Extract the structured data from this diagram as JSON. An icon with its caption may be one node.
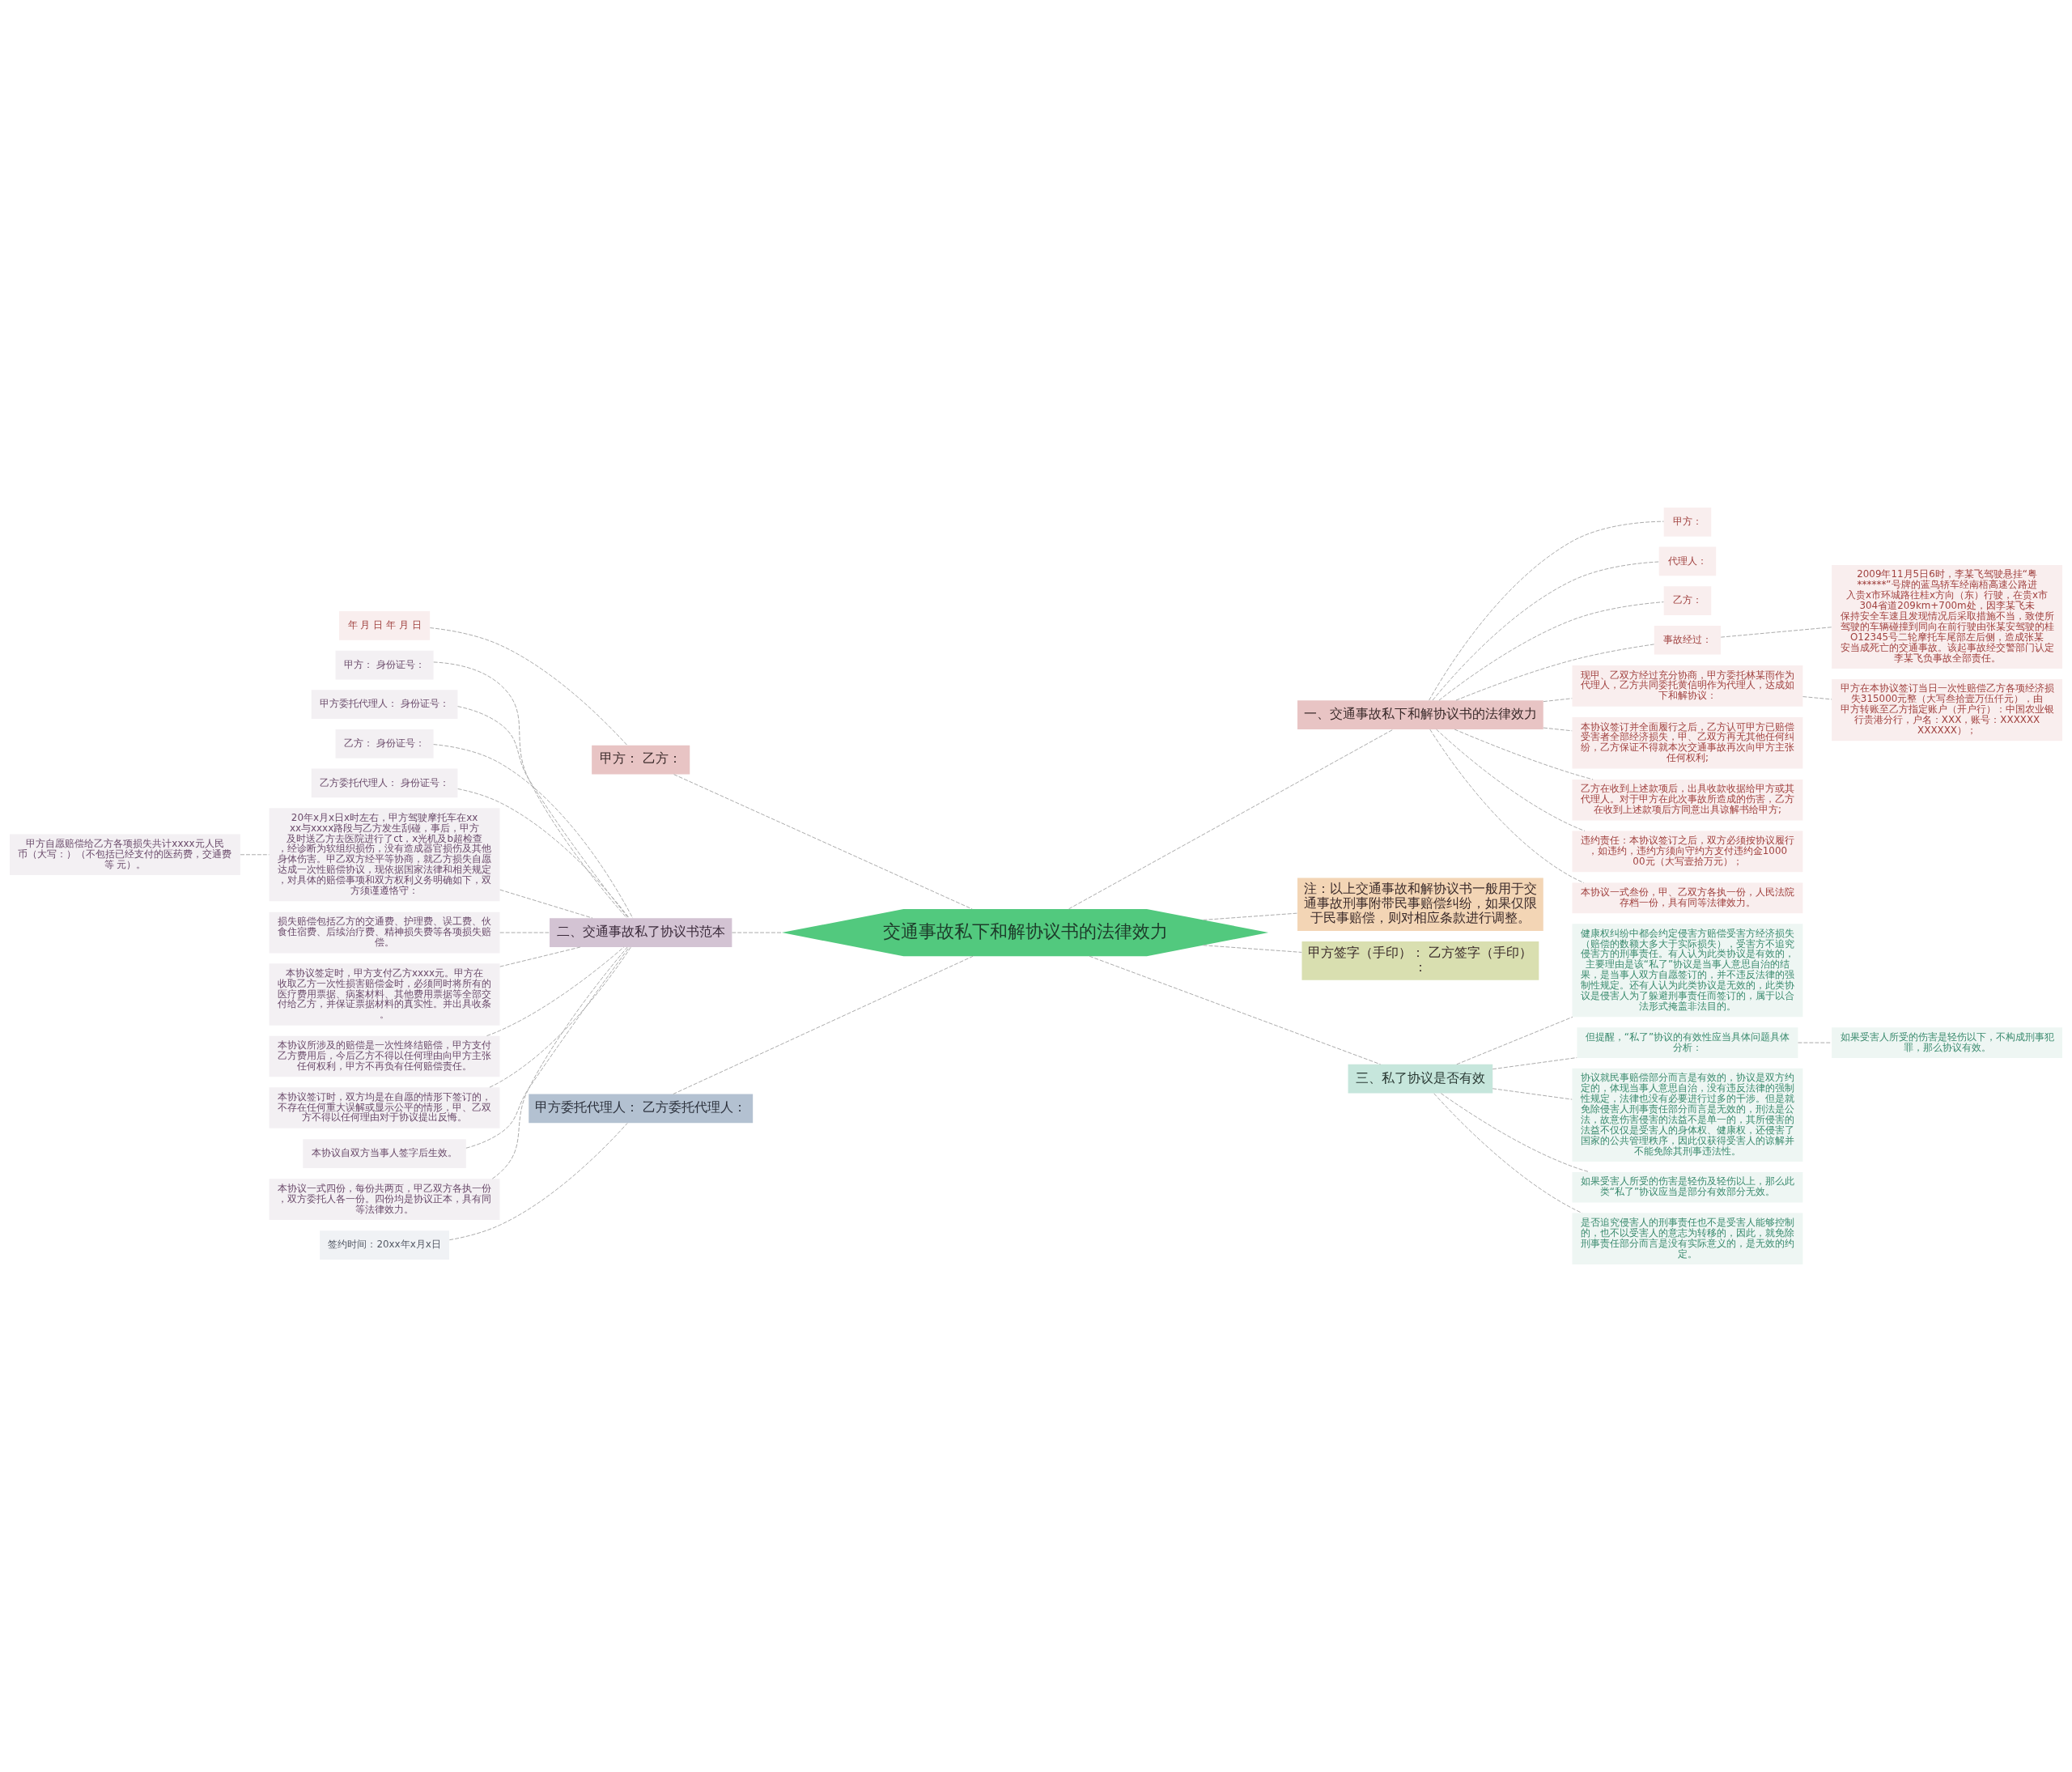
{
  "diagram": {
    "nodes": [
      {
        "text": [
          "交通事故私下和解协议书的法律效力"
        ]
      },
      {
        "text": [
          "一、交通事故私下和解协议书的法律效力"
        ]
      },
      {
        "text": [
          "甲方："
        ]
      },
      {
        "text": [
          "代理人："
        ]
      },
      {
        "text": [
          "乙方："
        ]
      },
      {
        "text": [
          "事故经过："
        ]
      },
      {
        "text": [
          "2009年11月5日6时，李某飞驾驶悬挂“粤******”号牌的蓝鸟轿车经南梧高速公路进入贵x市环城路往桂x方向（东）行驶，在贵x市304省道209km+700m处，因李某飞未保持安全车速且发现情况后采取措施不当，致使所驾驶的车辆碰撞到同向在前行驶由张某安驾驶的桂O12345号二轮摩托车尾部左后侧，造成张某安当成死亡的交通事故。该起事故经交警部门认定李某飞负事故全部责任。"
        ]
      },
      {
        "text": [
          "现甲、乙双方经过充分协商，甲方委托林某雨作为代理人，乙方共同委托黄信明作为代理人，达成如下和解协议："
        ]
      },
      {
        "text": [
          "甲方在本协议签订当日一次性赔偿乙方各项经济损失315000元整（大写叁拾壹万伍仟元），由甲方转账至乙方指定账户（开户行）：中国农业银行贵港分行，户名：XXX，账号：XXXXXXXXXXXX）；"
        ]
      },
      {
        "text": [
          "本协议签订并全面履行之后，乙方认可甲方已赔偿受害者全部经济损失，甲、乙双方再无其他任何纠纷，乙方保证不得就本次交通事故再次向甲方主张任何权利;"
        ]
      },
      {
        "text": [
          "乙方在收到上述款项后，出具收款收据给甲方或其代理人。对于甲方在此次事故所造成的伤害，乙方在收到上述款项后方同意出具谅解书给甲方;"
        ]
      },
      {
        "text": [
          "违约责任：本协议签订之后，双方必须按协议履行，如违约，违约方须向守约方支付违约金100000元（大写壹拾万元）；"
        ]
      },
      {
        "text": [
          "本协议一式叁份，甲、乙双方各执一份，人民法院存档一份，具有同等法律效力。"
        ]
      },
      {
        "text": [
          "注：以上交通事故和解协议书一般用于交通事故刑事附带民事赔偿纠纷，如果仅限于民事赔偿，则对相应条款进行调整。"
        ]
      },
      {
        "text": [
          "甲方签字（手印）： 乙方签字（手印）："
        ]
      },
      {
        "text": [
          "三、私了协议是否有效"
        ]
      },
      {
        "text": [
          "健康权纠纷中都会约定侵害方赔偿受害方经济损失（赔偿的数额大多大于实际损失），受害方不追究侵害方的刑事责任。有人认为此类协议是有效的，主要理由是该“私了”协议是当事人意思自治的结果，是当事人双方自愿签订的，并不违反法律的强制性规定。还有人认为此类协议是无效的，此类协议是侵害人为了躲避刑事责任而签订的，属于以合法形式掩盖非法目的。"
        ]
      },
      {
        "text": [
          "但提醒，“私了”协议的有效性应当具体问题具体分析："
        ]
      },
      {
        "text": [
          "如果受害人所受的伤害是轻伤以下，不构成刑事犯罪，那么协议有效。"
        ]
      },
      {
        "text": [
          "协议就民事赔偿部分而言是有效的，协议是双方约定的，体现当事人意思自治，没有违反法律的强制性规定，法律也没有必要进行过多的干涉。但是就免除侵害人刑事责任部分而言是无效的，刑法是公法，故意伤害侵害的法益不是单一的，其所侵害的法益不仅仅是受害人的身体权、健康权，还侵害了国家的公共管理秩序，因此仅获得受害人的谅解并不能免除其刑事违法性。"
        ]
      },
      {
        "text": [
          "如果受害人所受的伤害是轻伤及轻伤以上，那么此类“私了”协议应当是部分有效部分无效。"
        ]
      },
      {
        "text": [
          "是否追究侵害人的刑事责任也不是受害人能够控制的，也不以受害人的意志为转移的，因此，就免除刑事责任部分而言是没有实际意义的，是无效的约定。"
        ]
      },
      {
        "text": [
          "甲方： 乙方："
        ]
      },
      {
        "text": [
          "年 月 日 年 月 日"
        ]
      },
      {
        "text": [
          "二、交通事故私了协议书范本"
        ]
      },
      {
        "text": [
          "甲方： 身份证号："
        ]
      },
      {
        "text": [
          "甲方委托代理人： 身份证号："
        ]
      },
      {
        "text": [
          "乙方： 身份证号："
        ]
      },
      {
        "text": [
          "乙方委托代理人： 身份证号："
        ]
      },
      {
        "text": [
          "20年x月x日x时左右，甲方驾驶摩托车在xxxx与xxxx路段与乙方发生刮碰，事后，甲方及时送乙方去医院进行了ct，x光机及b超检查，经诊断为软组织损伤，没有造成器官损伤及其他身体伤害。甲乙双方经平等协商，就乙方损失自愿达成一次性赔偿协议，现依据国家法律和相关规定，对具体的赔偿事项和双方权利义务明确如下，双方须谨遵恪守："
        ]
      },
      {
        "text": [
          "甲方自愿赔偿给乙方各项损失共计xxxx元人民币（大写：）（不包括已经支付的医药费，交通费等 元）。"
        ]
      },
      {
        "text": [
          "损失赔偿包括乙方的交通费、护理费、误工费、伙食住宿费、后续治疗费、精神损失费等各项损失赔偿。"
        ]
      },
      {
        "text": [
          "本协议签定时，甲方支付乙方xxxx元。甲方在收取乙方一次性损害赔偿金时，必须同时将所有的医疗费用票据、病案材料、其他费用票据等全部交付给乙方，并保证票据材料的真实性。并出具收条。"
        ]
      },
      {
        "text": [
          "本协议所涉及的赔偿是一次性终结赔偿，甲方支付乙方费用后，今后乙方不得以任何理由向甲方主张任何权利，甲方不再负有任何赔偿责任。"
        ]
      },
      {
        "text": [
          "本协议签订时，双方均是在自愿的情形下签订的，不存在任何重大误解或显示公平的情形，甲、乙双方不得以任何理由对于协议提出反悔。"
        ]
      },
      {
        "text": [
          "本协议自双方当事人签字后生效。"
        ]
      },
      {
        "text": [
          "本协议一式四份，每份共两页，甲乙双方各执一份，双方委托人各一份。四份均是协议正本，具有同等法律效力。"
        ]
      },
      {
        "text": [
          "甲方委托代理人： 乙方委托代理人："
        ]
      },
      {
        "text": [
          "签约时间：20xx年x月x日"
        ]
      }
    ],
    "edges": [
      {
        "from": 0,
        "to": 1,
        "arrow": "none",
        "style": "dashed"
      },
      {
        "from": 1,
        "to": 2,
        "arrow": "none",
        "style": "dashed"
      },
      {
        "from": 1,
        "to": 3,
        "arrow": "none",
        "style": "dashed"
      },
      {
        "from": 1,
        "to": 4,
        "arrow": "none",
        "style": "dashed"
      },
      {
        "from": 1,
        "to": 5,
        "arrow": "none",
        "style": "dashed"
      },
      {
        "from": 5,
        "to": 6,
        "arrow": "none",
        "style": "dashed"
      },
      {
        "from": 1,
        "to": 7,
        "arrow": "none",
        "style": "dashed"
      },
      {
        "from": 7,
        "to": 8,
        "arrow": "none",
        "style": "dashed"
      },
      {
        "from": 1,
        "to": 9,
        "arrow": "none",
        "style": "dashed"
      },
      {
        "from": 1,
        "to": 10,
        "arrow": "none",
        "style": "dashed"
      },
      {
        "from": 1,
        "to": 11,
        "arrow": "none",
        "style": "dashed"
      },
      {
        "from": 1,
        "to": 12,
        "arrow": "none",
        "style": "dashed"
      },
      {
        "from": 0,
        "to": 13,
        "arrow": "none",
        "style": "dashed"
      },
      {
        "from": 0,
        "to": 14,
        "arrow": "none",
        "style": "dashed"
      },
      {
        "from": 0,
        "to": 15,
        "arrow": "none",
        "style": "dashed"
      },
      {
        "from": 15,
        "to": 16,
        "arrow": "none",
        "style": "dashed"
      },
      {
        "from": 15,
        "to": 17,
        "arrow": "none",
        "style": "dashed"
      },
      {
        "from": 17,
        "to": 18,
        "arrow": "none",
        "style": "dashed"
      },
      {
        "from": 15,
        "to": 19,
        "arrow": "none",
        "style": "dashed"
      },
      {
        "from": 15,
        "to": 20,
        "arrow": "none",
        "style": "dashed"
      },
      {
        "from": 15,
        "to": 21,
        "arrow": "none",
        "style": "dashed"
      },
      {
        "from": 0,
        "to": 22,
        "arrow": "none",
        "style": "dashed"
      },
      {
        "from": 22,
        "to": 23,
        "arrow": "none",
        "style": "dashed"
      },
      {
        "from": 0,
        "to": 24,
        "arrow": "none",
        "style": "dashed"
      },
      {
        "from": 24,
        "to": 25,
        "arrow": "none",
        "style": "dashed"
      },
      {
        "from": 24,
        "to": 26,
        "arrow": "none",
        "style": "dashed"
      },
      {
        "from": 24,
        "to": 27,
        "arrow": "none",
        "style": "dashed"
      },
      {
        "from": 24,
        "to": 28,
        "arrow": "none",
        "style": "dashed"
      },
      {
        "from": 24,
        "to": 29,
        "arrow": "none",
        "style": "dashed"
      },
      {
        "from": 29,
        "to": 30,
        "arrow": "none",
        "style": "dashed"
      },
      {
        "from": 24,
        "to": 31,
        "arrow": "none",
        "style": "dashed"
      },
      {
        "from": 24,
        "to": 32,
        "arrow": "none",
        "style": "dashed"
      },
      {
        "from": 24,
        "to": 33,
        "arrow": "none",
        "style": "dashed"
      },
      {
        "from": 24,
        "to": 34,
        "arrow": "none",
        "style": "dashed"
      },
      {
        "from": 24,
        "to": 35,
        "arrow": "none",
        "style": "dashed"
      },
      {
        "from": 24,
        "to": 36,
        "arrow": "none",
        "style": "dashed"
      },
      {
        "from": 0,
        "to": 37,
        "arrow": "none",
        "style": "dashed"
      },
      {
        "from": 37,
        "to": 38,
        "arrow": "none",
        "style": "dashed"
      }
    ]
  }
}
